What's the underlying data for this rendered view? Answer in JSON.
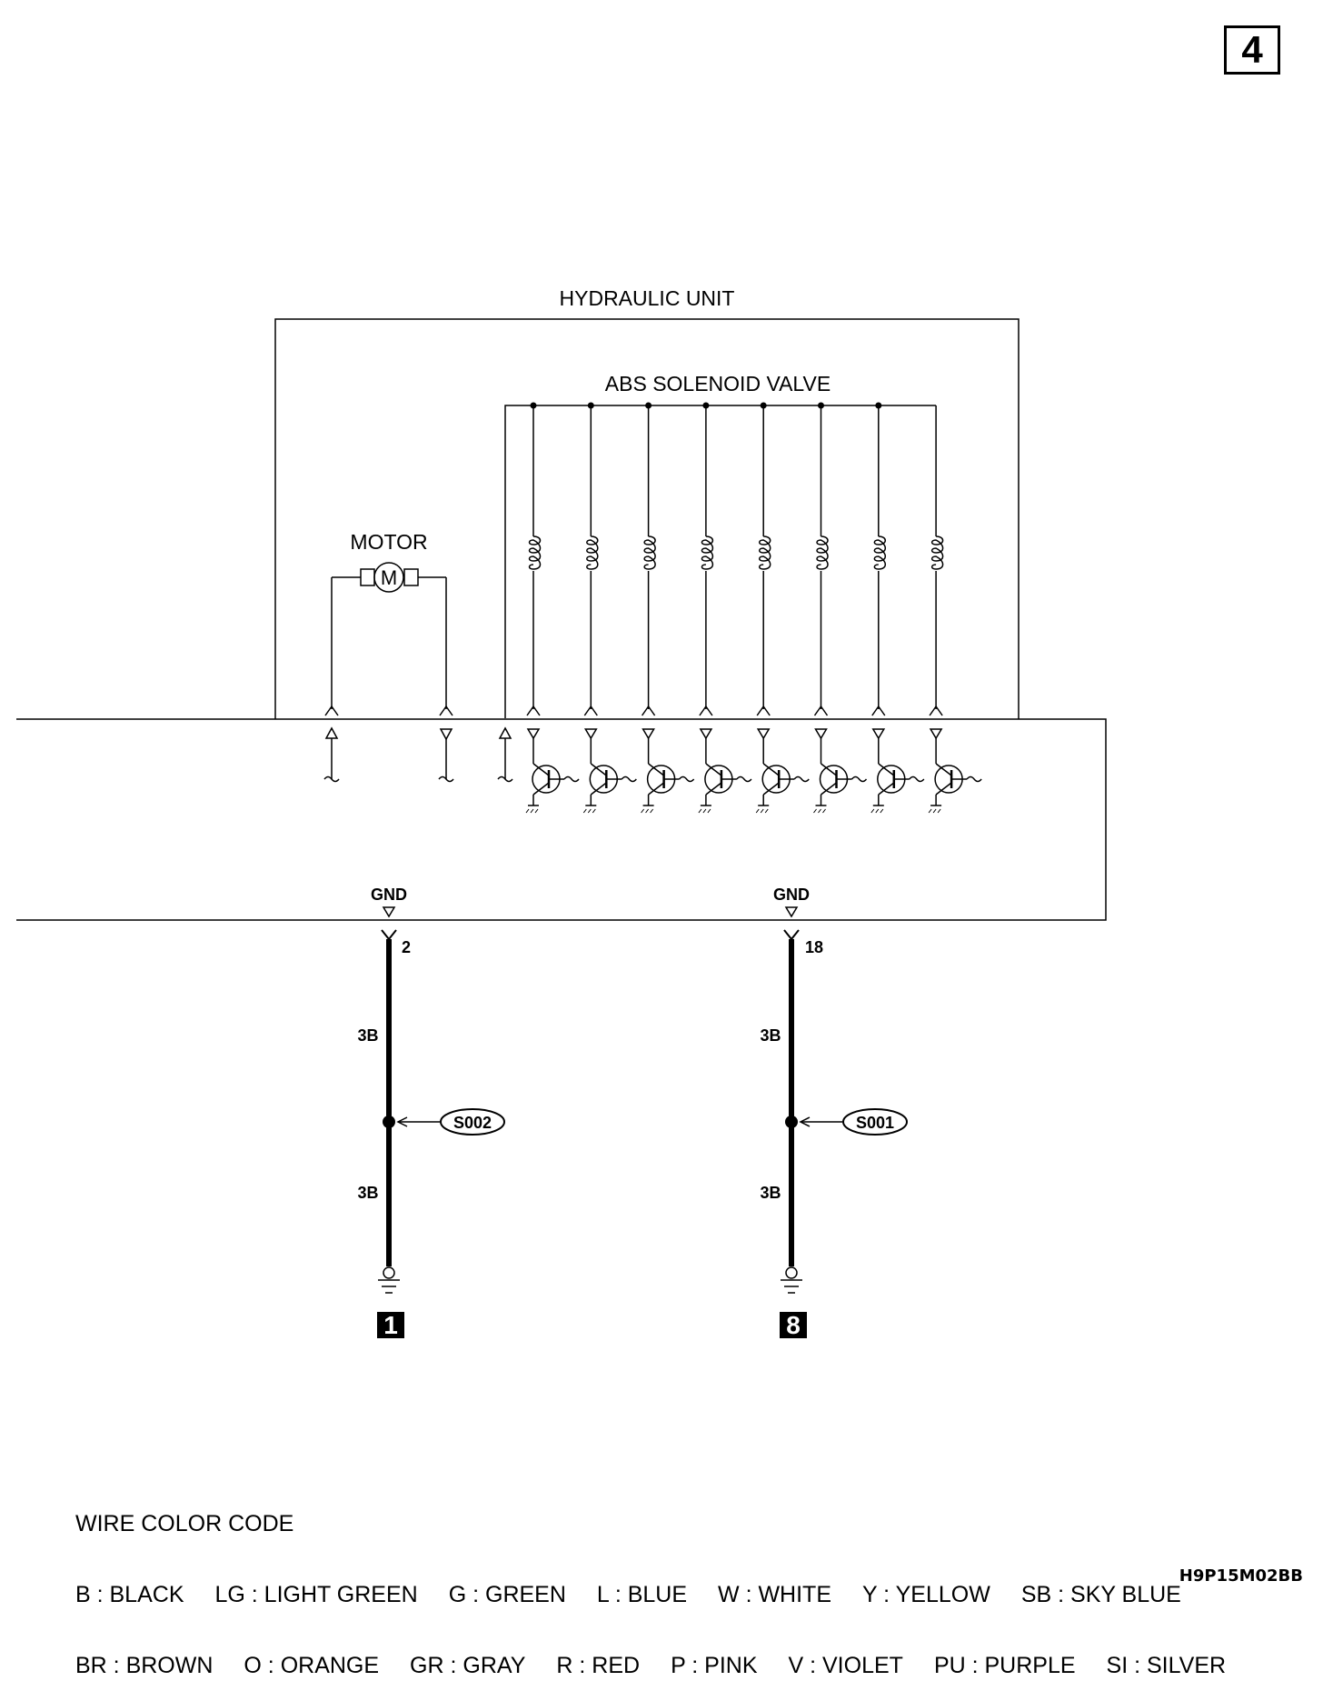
{
  "page_number": "4",
  "hydraulic_unit": {
    "title": "HYDRAULIC UNIT",
    "motor_label": "MOTOR",
    "motor_symbol": "M",
    "solenoid_label": "ABS SOLENOID VALVE",
    "solenoid_count": 8
  },
  "ground_circuits": [
    {
      "gnd_label": "GND",
      "pin": "2",
      "wire_upper": "3B",
      "wire_lower": "3B",
      "splice": "S002",
      "ground_point": "1"
    },
    {
      "gnd_label": "GND",
      "pin": "18",
      "wire_upper": "3B",
      "wire_lower": "3B",
      "splice": "S001",
      "ground_point": "8"
    }
  ],
  "legend": {
    "title": "WIRE COLOR CODE",
    "row1": [
      "B : BLACK",
      "LG : LIGHT GREEN",
      "G : GREEN",
      "L : BLUE",
      "W : WHITE",
      "Y : YELLOW",
      "SB : SKY BLUE"
    ],
    "row2": [
      "BR : BROWN",
      "O : ORANGE",
      "GR : GRAY",
      "R : RED",
      "P : PINK",
      "V : VIOLET",
      "PU : PURPLE",
      "SI : SILVER"
    ]
  },
  "diagram_code": "H9P15M02BB"
}
